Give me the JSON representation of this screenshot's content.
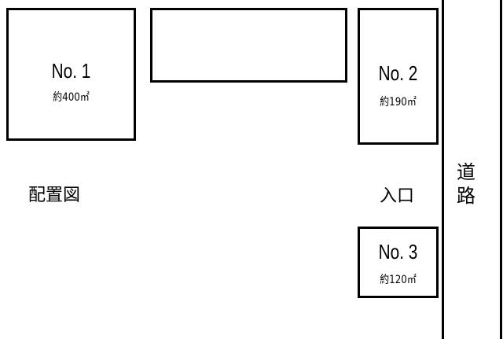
{
  "title": "配置図",
  "entrance": "入口",
  "road": "道路",
  "lots": [
    {
      "name": "No. 1",
      "area": "約400㎡"
    },
    {
      "name": "No. 2",
      "area": "約190㎡"
    },
    {
      "name": "No. 3",
      "area": "約120㎡"
    }
  ]
}
